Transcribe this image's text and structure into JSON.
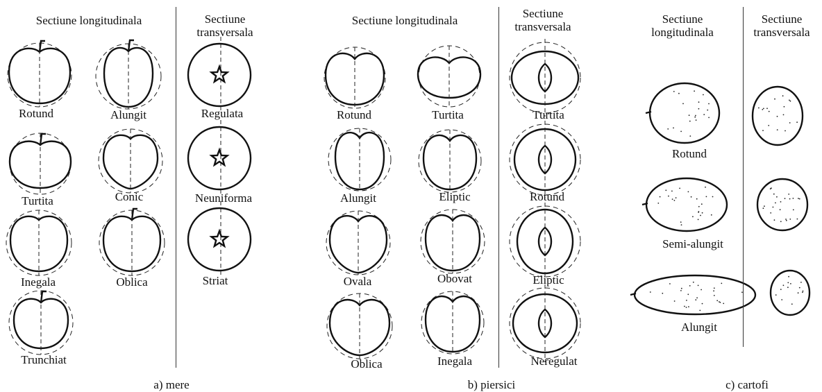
{
  "panels": [
    {
      "caption": "a) mere",
      "headers": {
        "longitudinal": "Sectiune longitudinala",
        "transversal_line1": "Sectiune",
        "transversal_line2": "transversala"
      },
      "longitudinal_shapes": [
        "Rotund",
        "Alungit",
        "Turtita",
        "Conic",
        "Inegala",
        "Oblica",
        "Trunchiat"
      ],
      "transversal_shapes": [
        "Regulata",
        "Neuniforma",
        "Striat"
      ]
    },
    {
      "caption": "b) piersici",
      "headers": {
        "longitudinal": "Sectiune longitudinala",
        "transversal_line1": "Sectiune",
        "transversal_line2": "transversala"
      },
      "longitudinal_shapes": [
        "Rotund",
        "Turtita",
        "Alungit",
        "Eliptic",
        "Ovala",
        "Obovat",
        "Oblica",
        "Inegala"
      ],
      "transversal_shapes": [
        "Turtita",
        "Rotund",
        "Eliptic",
        "Neregulat"
      ]
    },
    {
      "caption": "c) cartofi",
      "headers": {
        "longitudinal_line1": "Sectiune",
        "longitudinal_line2": "longitudinala",
        "transversal_line1": "Sectiune",
        "transversal_line2": "transversala"
      },
      "longitudinal_shapes": [
        "Rotund",
        "Semi-alungit",
        "Alungit"
      ]
    }
  ]
}
